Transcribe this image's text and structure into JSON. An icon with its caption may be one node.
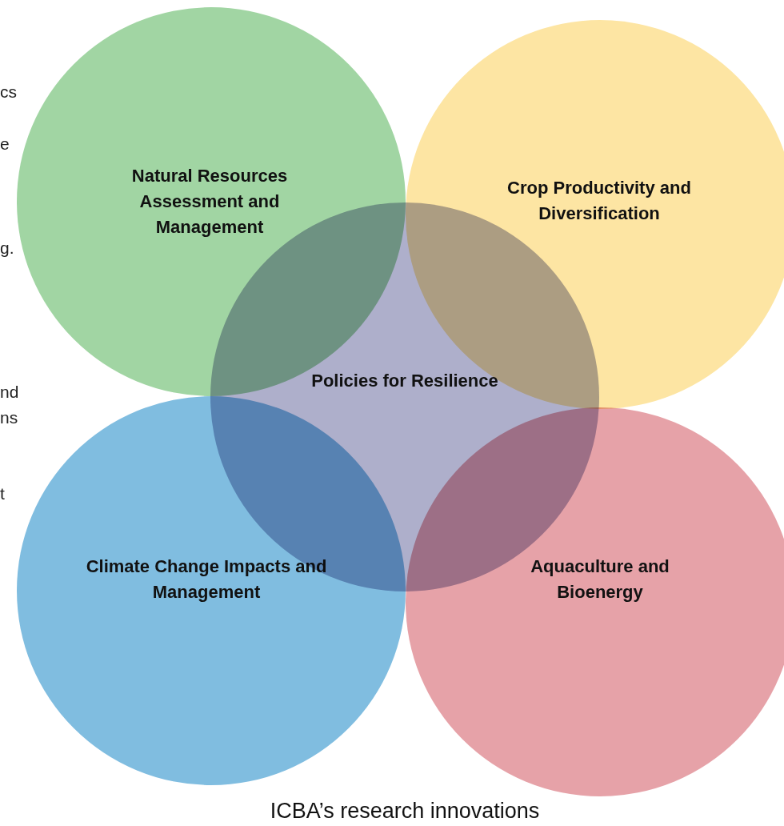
{
  "diagram": {
    "caption": "ICBA’s research innovations",
    "nodes": [
      {
        "text": [
          "Natural Resources Assessment and Management"
        ]
      },
      {
        "text": [
          "Crop Productivity and Diversification"
        ]
      },
      {
        "text": [
          "Policies for Resilience"
        ]
      },
      {
        "text": [
          "Climate Change Impacts and Management"
        ]
      },
      {
        "text": [
          "Aquaculture and Bioenergy"
        ]
      }
    ],
    "labels": [
      "cs",
      "e",
      "g.",
      "nd",
      "ns",
      "t"
    ]
  }
}
